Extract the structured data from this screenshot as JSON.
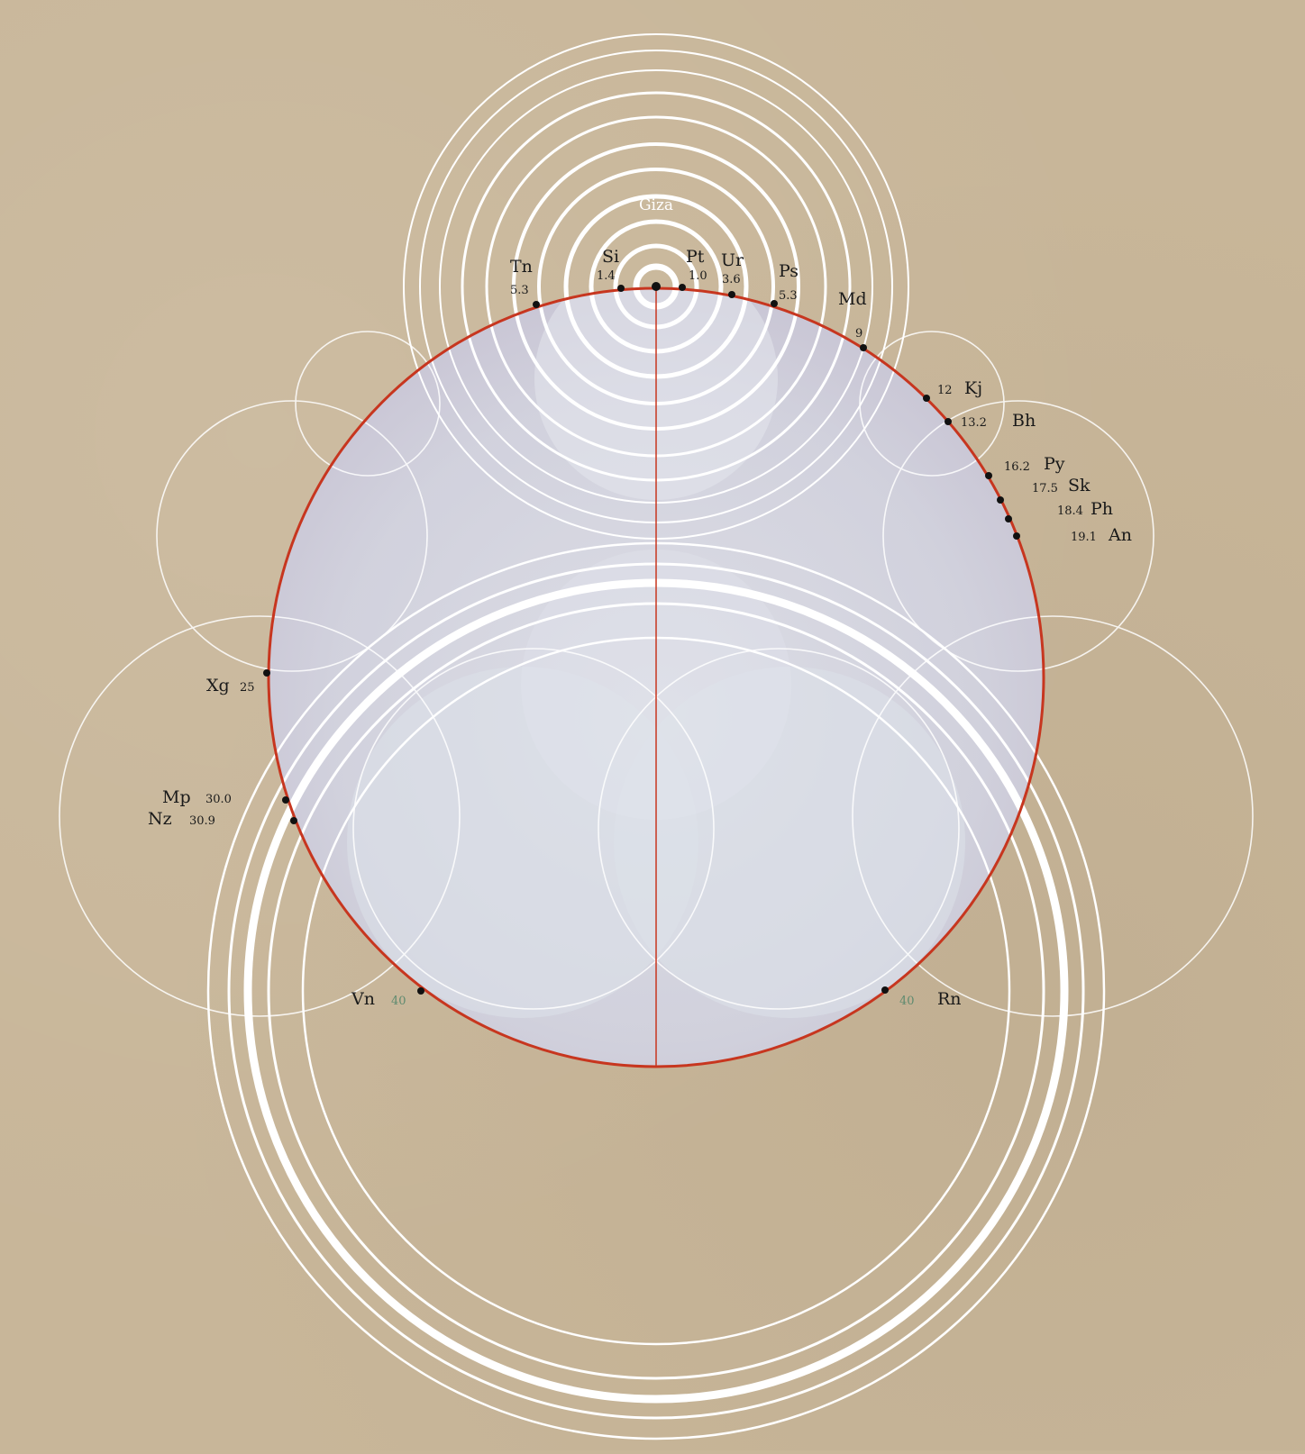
{
  "title": "Giza",
  "colors": {
    "background": "#c8b699",
    "disk": "#d3d6e6",
    "outline": "#c7361f",
    "rings": "#ffffff",
    "site_dot": "#111111",
    "number_green": "#5e8a6f"
  },
  "sites": [
    {
      "abbr": "Si",
      "value": "1.4"
    },
    {
      "abbr": "Pt",
      "value": "1.0"
    },
    {
      "abbr": "Ur",
      "value": "3.6"
    },
    {
      "abbr": "Ps",
      "value": "5.3"
    },
    {
      "abbr": "Tn",
      "value": "5.3"
    },
    {
      "abbr": "Md",
      "value": "9"
    },
    {
      "abbr": "Kj",
      "value": "12"
    },
    {
      "abbr": "Bh",
      "value": "13.2"
    },
    {
      "abbr": "Py",
      "value": "16.2"
    },
    {
      "abbr": "Sk",
      "value": "17.5"
    },
    {
      "abbr": "Ph",
      "value": "18.4"
    },
    {
      "abbr": "An",
      "value": "19.1"
    },
    {
      "abbr": "Xg",
      "value": "25"
    },
    {
      "abbr": "Mp",
      "value": "30.0"
    },
    {
      "abbr": "Nz",
      "value": "30.9"
    },
    {
      "abbr": "Vn",
      "value": "40"
    },
    {
      "abbr": "Rn",
      "value": "40"
    }
  ]
}
